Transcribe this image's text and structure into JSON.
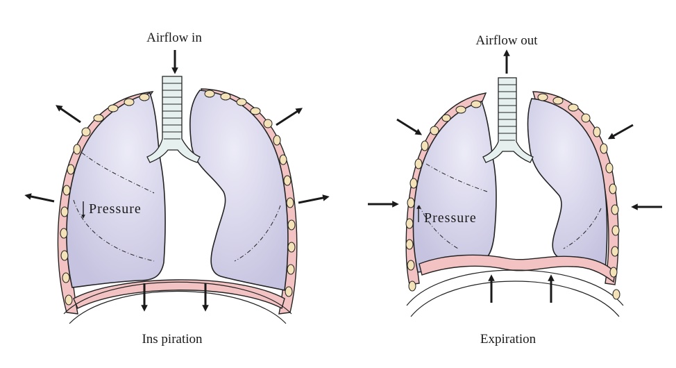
{
  "panels": {
    "inspiration": {
      "airflow_label": "Airflow in",
      "pressure_label": "Pressure",
      "caption": "Ins piration"
    },
    "expiration": {
      "airflow_label": "Airflow out",
      "pressure_label": "Pressure",
      "caption": "Expiration"
    }
  },
  "colors": {
    "lung_fill": "#cfcde6",
    "lung_highlight": "#ecebf7",
    "chest_wall": "#f3c2c2",
    "outline": "#222222",
    "rib": "#f4e2b8",
    "trachea": "#e6f1ef",
    "arrow": "#1a1a1a"
  },
  "icons": {
    "airflow_in": "arrow-down-icon",
    "airflow_out": "arrow-up-icon",
    "chest_expand": "arrow-outward-icon",
    "chest_compress": "arrow-inward-icon",
    "pressure_down": "small-arrow-down-icon",
    "pressure_up": "small-arrow-up-icon",
    "diaphragm_down": "arrow-down-icon",
    "diaphragm_up": "arrow-up-icon"
  }
}
